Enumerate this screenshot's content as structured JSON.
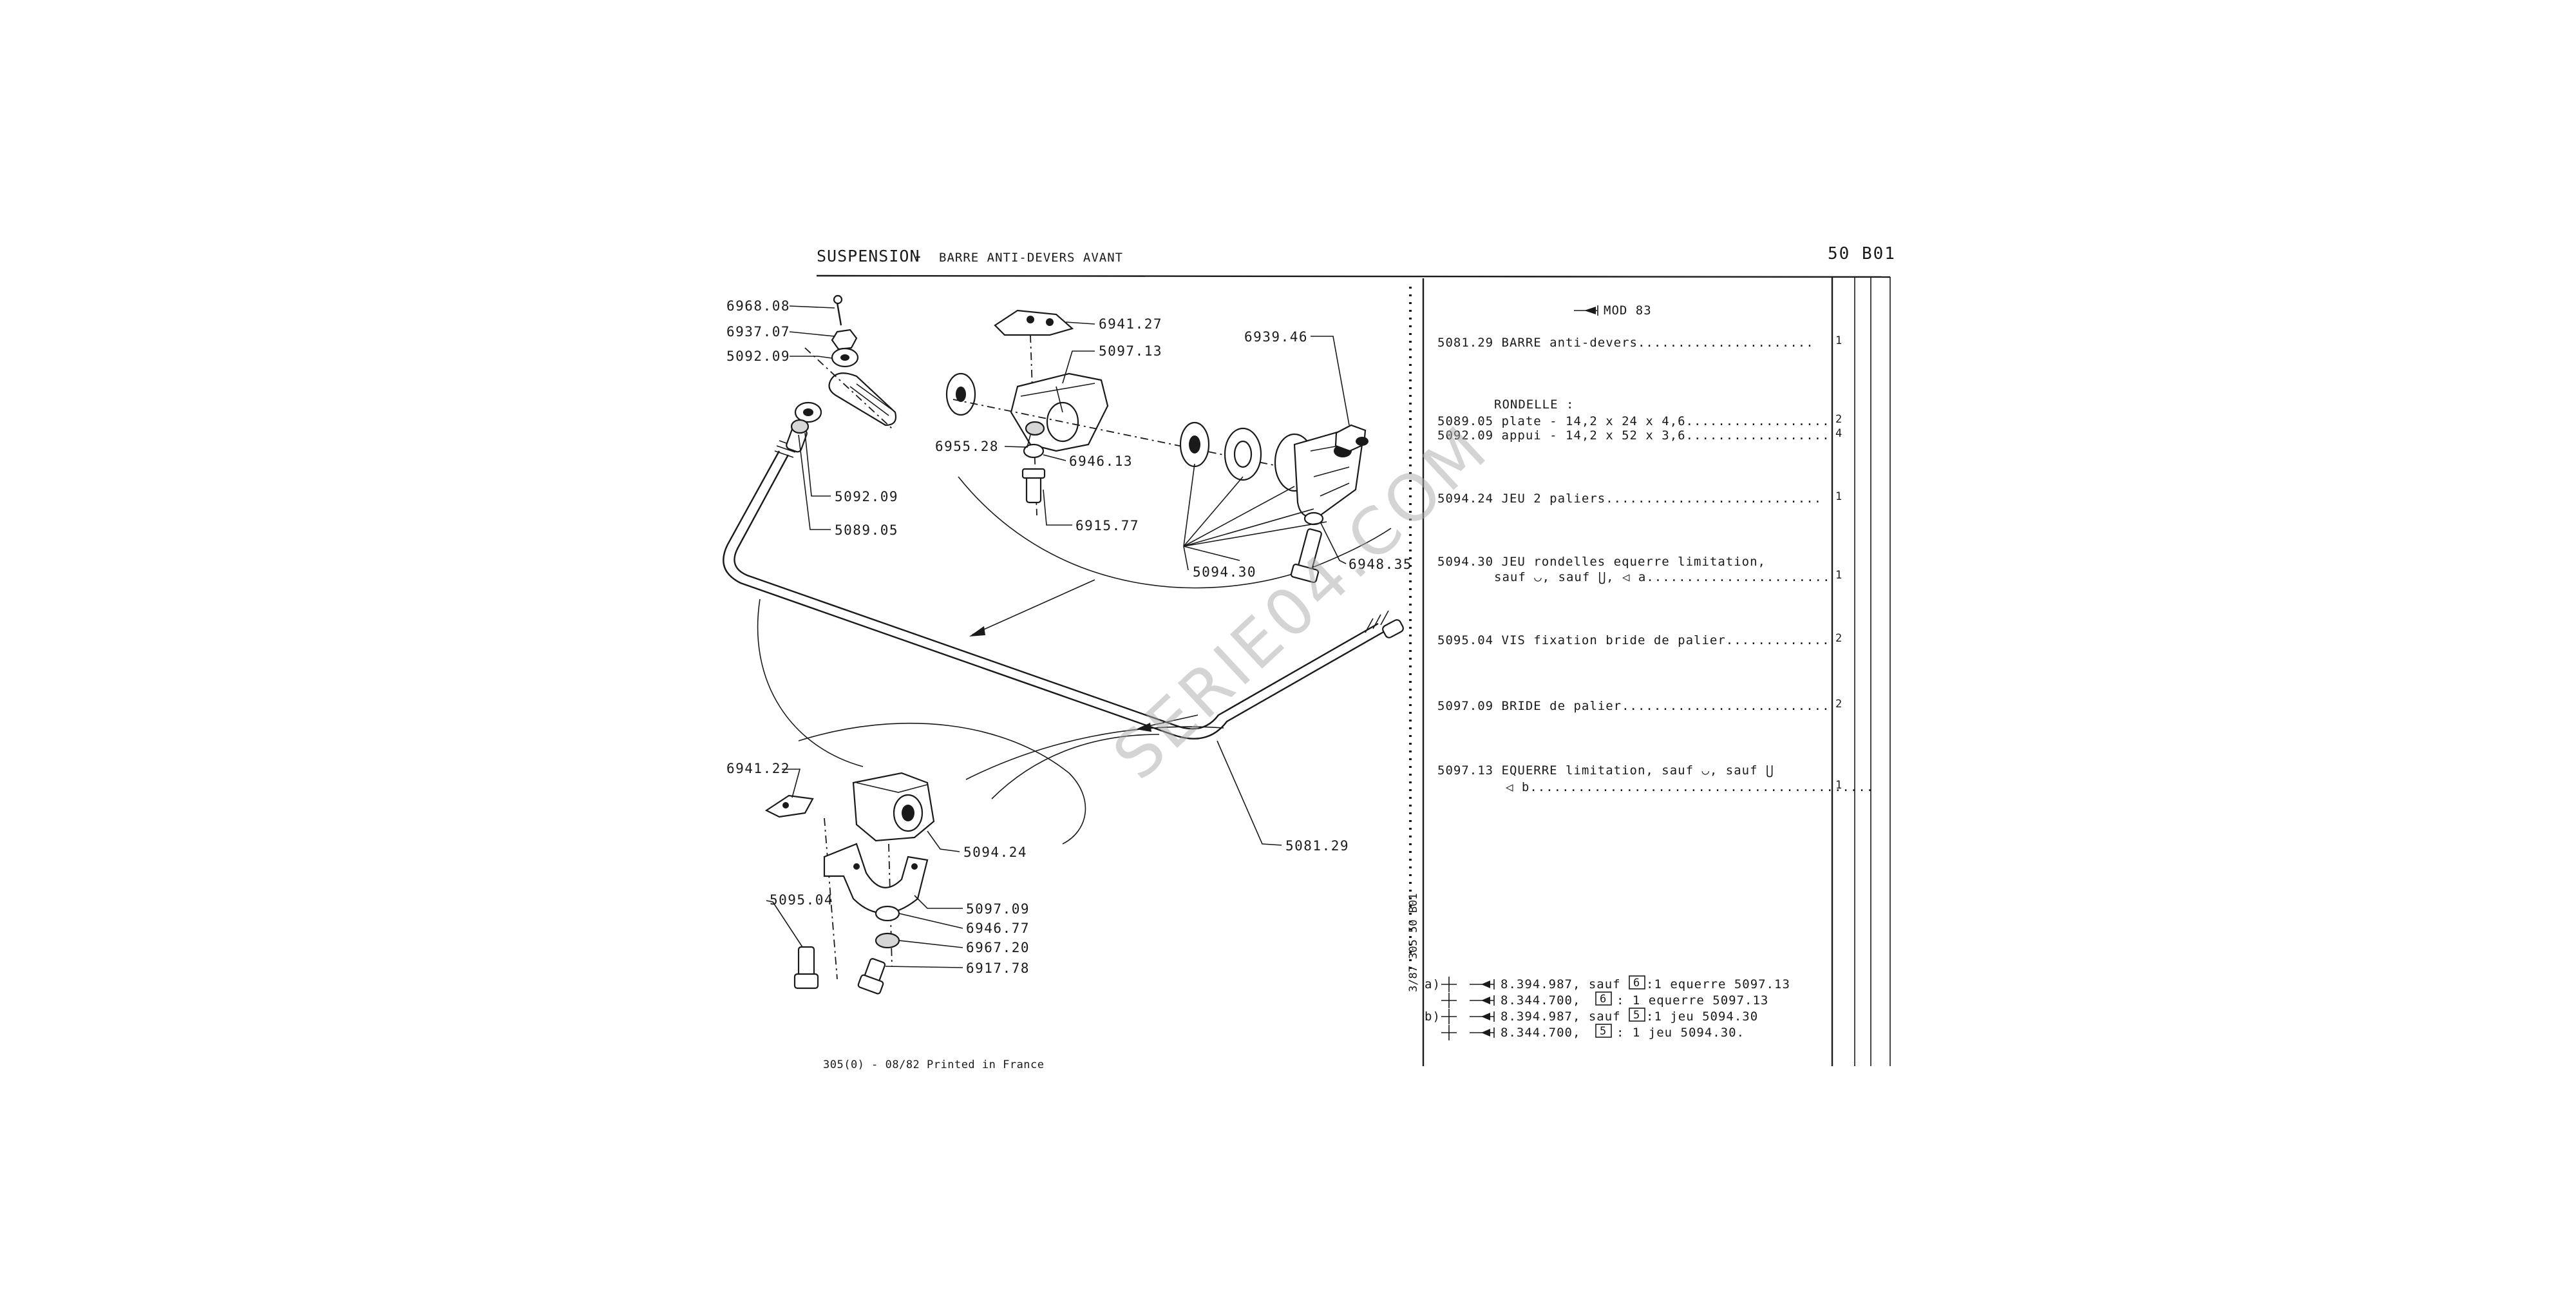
{
  "header": {
    "title": "SUSPENSION",
    "separator": "-",
    "subtitle": "BARRE ANTI-DEVERS AVANT",
    "page_number": "50 B01"
  },
  "watermark": "SERIE04.COM",
  "footer": "305(0) - 08/82 Printed in France",
  "side_ref": "3/87 305 50 B01",
  "callouts": [
    {
      "id": "c6968",
      "label": "6968.08"
    },
    {
      "id": "c6937",
      "label": "6937.07"
    },
    {
      "id": "c5092a",
      "label": "5092.09"
    },
    {
      "id": "c5092b",
      "label": "5092.09"
    },
    {
      "id": "c5089",
      "label": "5089.05"
    },
    {
      "id": "c6941a",
      "label": "6941.27"
    },
    {
      "id": "c5097a",
      "label": "5097.13"
    },
    {
      "id": "c6939",
      "label": "6939.46"
    },
    {
      "id": "c6955",
      "label": "6955.28"
    },
    {
      "id": "c6946a",
      "label": "6946.13"
    },
    {
      "id": "c6915",
      "label": "6915.77"
    },
    {
      "id": "c5094a",
      "label": "5094.30"
    },
    {
      "id": "c6948",
      "label": "6948.35"
    },
    {
      "id": "c6941b",
      "label": "6941.22"
    },
    {
      "id": "c5094b",
      "label": "5094.24"
    },
    {
      "id": "c5081",
      "label": "5081.29"
    },
    {
      "id": "c5095",
      "label": "5095.04"
    },
    {
      "id": "c5097b",
      "label": "5097.09"
    },
    {
      "id": "c6946b",
      "label": "6946.77"
    },
    {
      "id": "c6967",
      "label": "6967.20"
    },
    {
      "id": "c6917",
      "label": "6917.78"
    }
  ],
  "table": {
    "mod_header": "MOD 83",
    "rows": [
      {
        "text": "5081.29 BARRE anti-devers......................",
        "qty": "1"
      },
      {
        "text": "RONDELLE :",
        "qty": ""
      },
      {
        "text": "5089.05  plate - 14,2 x 24 x 4,6..................",
        "qty": "2"
      },
      {
        "text": "5092.09  appui - 14,2 x 52 x 3,6..................",
        "qty": "4"
      },
      {
        "text": "5094.24 JEU 2 paliers...........................",
        "qty": "1"
      },
      {
        "text": "5094.30 JEU rondelles equerre limitation,",
        "qty": ""
      },
      {
        "text": "sauf ◡, sauf ⋃,  ◁ a.......................",
        "qty": "1"
      },
      {
        "text": "5095.04 VIS fixation bride de palier.............",
        "qty": "2"
      },
      {
        "text": "5097.09 BRIDE de palier..........................",
        "qty": "2"
      },
      {
        "text": "5097.13 EQUERRE limitation, sauf ◡, sauf ⋃",
        "qty": ""
      },
      {
        "text": "◁ b...........................................",
        "qty": "1"
      }
    ],
    "notes": [
      {
        "mark": "a)",
        "text": "8.394.987, sauf",
        "box": "6",
        "rest": ":1 equerre 5097.13"
      },
      {
        "mark": "",
        "text": "8.344.700,",
        "box": "6",
        "rest": ": 1 equerre 5097.13"
      },
      {
        "mark": "b)",
        "text": "8.394.987, sauf",
        "box": "5",
        "rest": ":1 jeu 5094.30"
      },
      {
        "mark": "",
        "text": "8.344.700,",
        "box": "5",
        "rest": ": 1 jeu 5094.30."
      }
    ]
  }
}
